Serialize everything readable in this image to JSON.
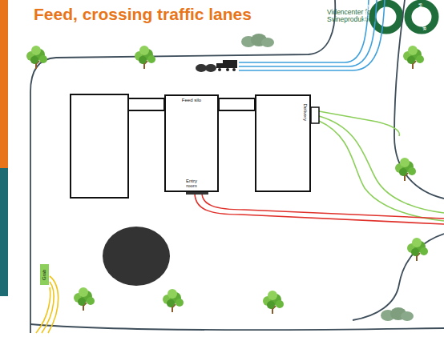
{
  "diagram": {
    "title": "Feed, crossing traffic lanes",
    "nodes": [
      {
        "text": [
          "Feed silo",
          "Entry room"
        ]
      },
      {
        "text": [
          "Delivery"
        ]
      },
      {
        "text": [
          "Grab"
        ]
      }
    ],
    "labels": [
      "Videncenter for Svineproduktion",
      "LANDBRUG",
      "FØDEVARER"
    ]
  }
}
